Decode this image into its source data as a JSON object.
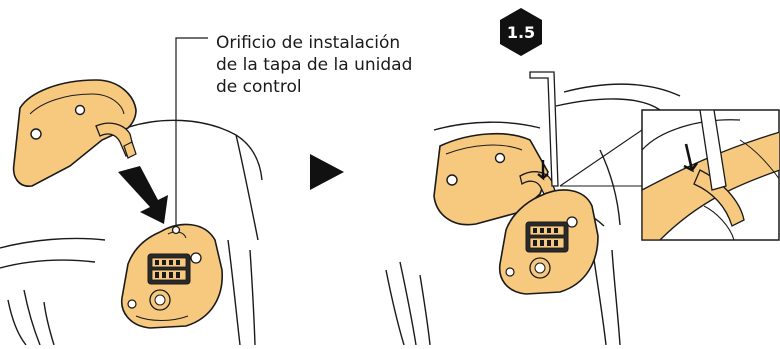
{
  "callout": {
    "lines": [
      "Orificio de instalación",
      "de la tapa de la unidad",
      "de control"
    ]
  },
  "hex_key": {
    "size_label": "1.5",
    "icon": "hex-key-icon"
  },
  "colors": {
    "part_fill": "#f6c97f",
    "outline": "#1a1a1a",
    "arrow": "#111111"
  },
  "steps": [
    {
      "icon": "remove-cover-step"
    },
    {
      "icon": "next-step-arrow-icon"
    },
    {
      "icon": "install-cover-step"
    },
    {
      "icon": "detail-zoom-inset"
    }
  ]
}
